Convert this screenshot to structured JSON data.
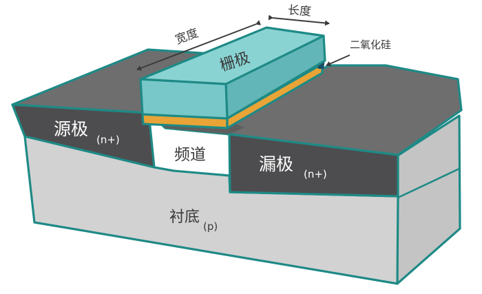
{
  "labels": {
    "source": "源极",
    "source_doping": "(n+)",
    "drain": "漏极",
    "drain_doping": "(n+)",
    "channel": "频道",
    "substrate": "衬底",
    "substrate_doping": "(p)",
    "gate": "栅极",
    "width": "宽度",
    "length": "长度",
    "oxide": "二氧化硅"
  },
  "colors": {
    "outline": "#1e8a86",
    "substrate_front": "#d2d2d2",
    "substrate_side": "#c4c4c4",
    "silicon_top": "#6e6e6e",
    "electrode_front": "#4d4d4f",
    "gate_top": "#8ad3d3",
    "gate_front": "#78c8c9",
    "gate_side": "#62b6b7",
    "oxide": "#e8a436",
    "arrow": "#3a3a3a"
  }
}
